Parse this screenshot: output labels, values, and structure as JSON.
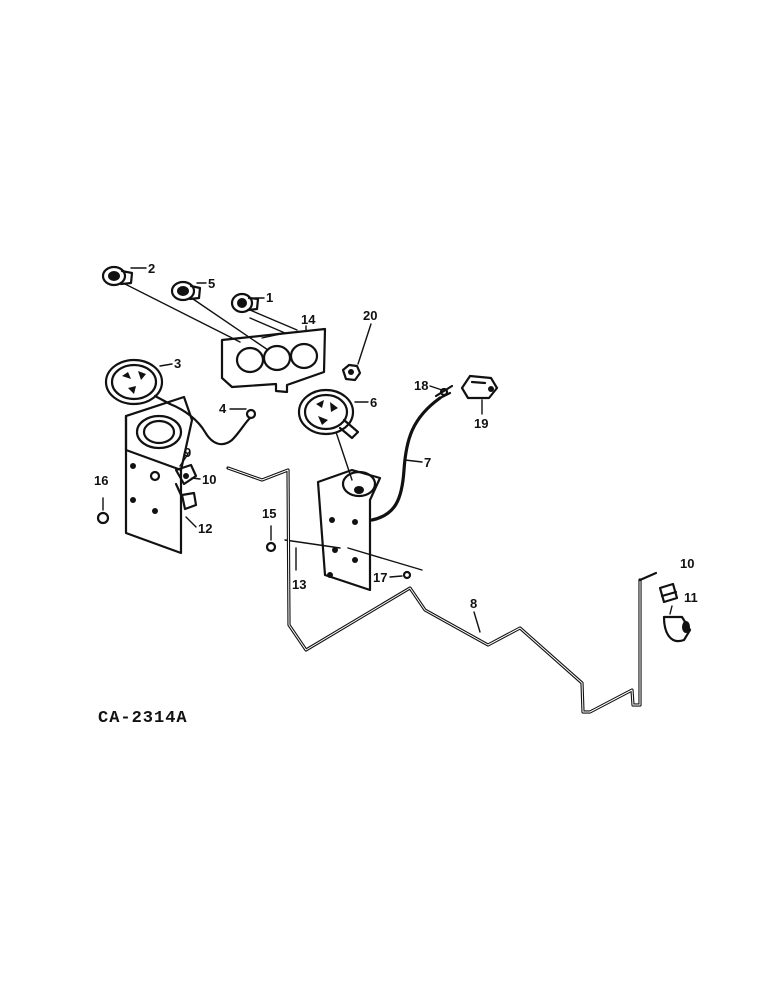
{
  "drawing_code": "CA-2314A",
  "callouts": [
    "2",
    "5",
    "1",
    "14",
    "20",
    "3",
    "4",
    "6",
    "18",
    "19",
    "7",
    "9",
    "10",
    "16",
    "12",
    "15",
    "13",
    "17",
    "8",
    "10",
    "11"
  ]
}
